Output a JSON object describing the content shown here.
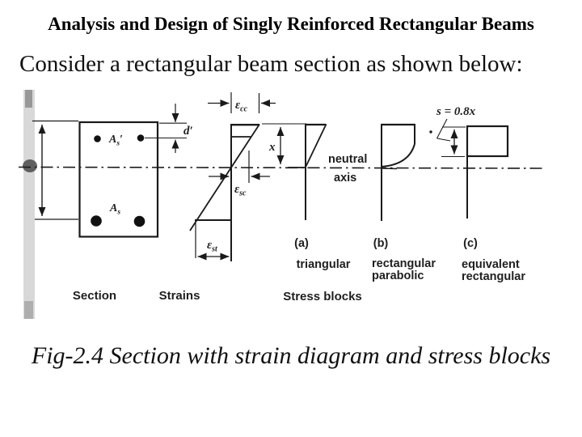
{
  "slide": {
    "title": "Analysis and Design of Singly Reinforced Rectangular Beams",
    "intro": "Consider a rectangular beam section as shown below:",
    "caption": "Fig-2.4 Section with strain diagram and stress blocks"
  },
  "figure": {
    "section": {
      "label": "Section",
      "compression_steel": {
        "base": "A",
        "sub": "s",
        "prime": "′"
      },
      "tension_steel": {
        "base": "A",
        "sub": "s"
      },
      "cover_dim": "d′"
    },
    "strains": {
      "label": "Strains",
      "top_strain": {
        "base": "ε",
        "sub": "cc"
      },
      "comp_steel_strain": {
        "base": "ε",
        "sub": "sc"
      },
      "tension_steel_strain": {
        "base": "ε",
        "sub": "st"
      },
      "neutral_axis_depth": "x"
    },
    "neutral_axis": {
      "line1": "neutral",
      "line2": "axis"
    },
    "stress_blocks": {
      "label": "Stress blocks",
      "a": {
        "tag": "(a)",
        "name": "triangular"
      },
      "b": {
        "tag": "(b)",
        "name_line1": "rectangular",
        "name_line2": "parabolic"
      },
      "c": {
        "tag": "(c)",
        "name_line1": "equivalent",
        "name_line2": "rectangular",
        "depth_dim": "s = 0.8x"
      }
    },
    "colors": {
      "ink": "#1a1a1a",
      "background": "#ffffff",
      "scan_artifact": "#9a9a9a"
    }
  }
}
